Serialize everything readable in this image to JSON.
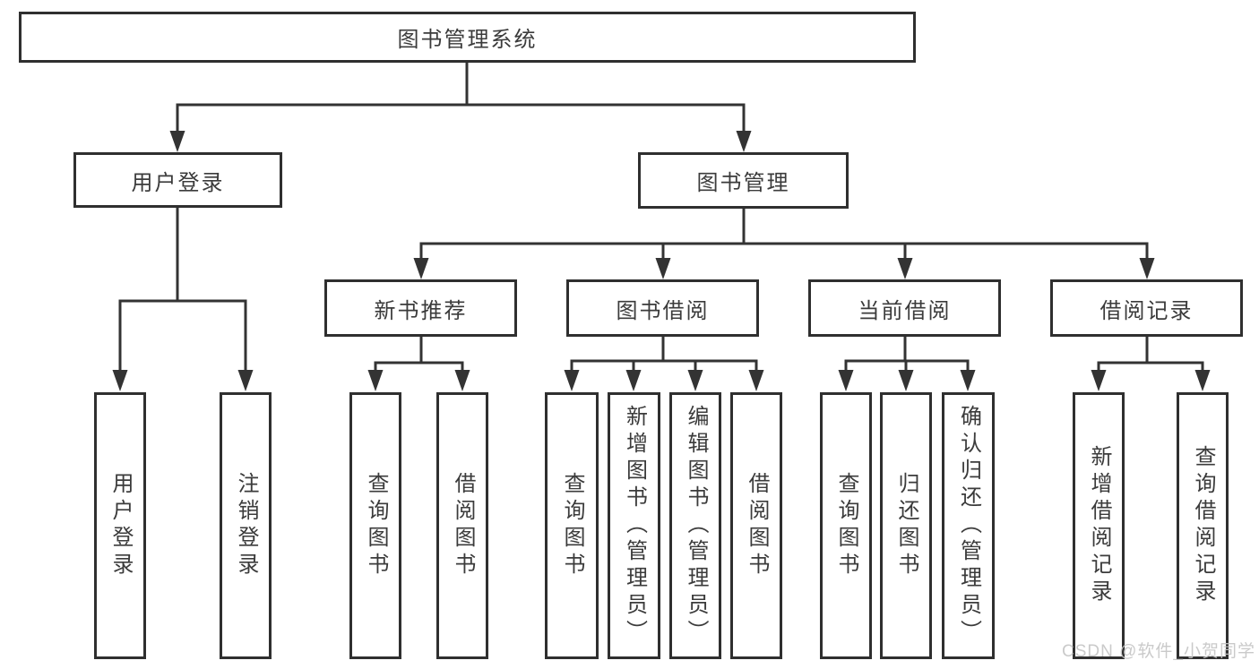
{
  "diagram": {
    "type": "hierarchy-tree",
    "title": "图书管理系统"
  },
  "nodes": {
    "root": "图书管理系统",
    "user_login": "用户登录",
    "book_mgmt": "图书管理",
    "new_book_rec": "新书推荐",
    "book_borrow": "图书借阅",
    "current_borrow": "当前借阅",
    "borrow_records": "借阅记录",
    "leaf_user_login": "用户登录",
    "leaf_logout": "注销登录",
    "leaf_query_book_rec": "查询图书",
    "leaf_borrow_book_rec": "借阅图书",
    "leaf_query_book_borrow": "查询图书",
    "leaf_add_book_admin": "新增图书（管理员）",
    "leaf_edit_book_admin": "编辑图书（管理员）",
    "leaf_borrow_book_borrow": "借阅图书",
    "leaf_query_book_current": "查询图书",
    "leaf_return_book": "归还图书",
    "leaf_confirm_return_admin": "确认归还（管理员）",
    "leaf_add_borrow_record": "新增借阅记录",
    "leaf_query_borrow_record": "查询借阅记录"
  },
  "hierarchy": {
    "图书管理系统": {
      "用户登录": [
        "用户登录",
        "注销登录"
      ],
      "图书管理": {
        "新书推荐": [
          "查询图书",
          "借阅图书"
        ],
        "图书借阅": [
          "查询图书",
          "新增图书（管理员）",
          "编辑图书（管理员）",
          "借阅图书"
        ],
        "当前借阅": [
          "查询图书",
          "归还图书",
          "确认归还（管理员）"
        ],
        "借阅记录": [
          "新增借阅记录",
          "查询借阅记录"
        ]
      }
    }
  },
  "watermark": "CSDN @软件_小贺同学",
  "colors": {
    "background": "#ffffff",
    "box_border": "#2f2f2f",
    "text": "#3b3b3b",
    "connector": "#333333",
    "watermark": "#c5c5c5"
  }
}
